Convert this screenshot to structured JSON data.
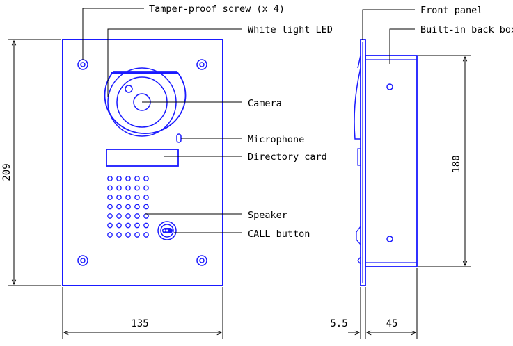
{
  "callouts": {
    "tamper_screw": "Tamper-proof screw (x 4)",
    "white_led": "White light LED",
    "camera": "Camera",
    "microphone": "Microphone",
    "directory_card": "Directory card",
    "speaker": "Speaker",
    "call_button": "CALL button",
    "front_panel": "Front panel",
    "back_box": "Built-in back box"
  },
  "dimensions": {
    "panel_width": "135",
    "panel_height": "209",
    "box_height": "180",
    "panel_thickness": "5.5",
    "box_depth": "45"
  },
  "colors": {
    "outline": "#1a1aff",
    "dimension_line": "#000000"
  }
}
